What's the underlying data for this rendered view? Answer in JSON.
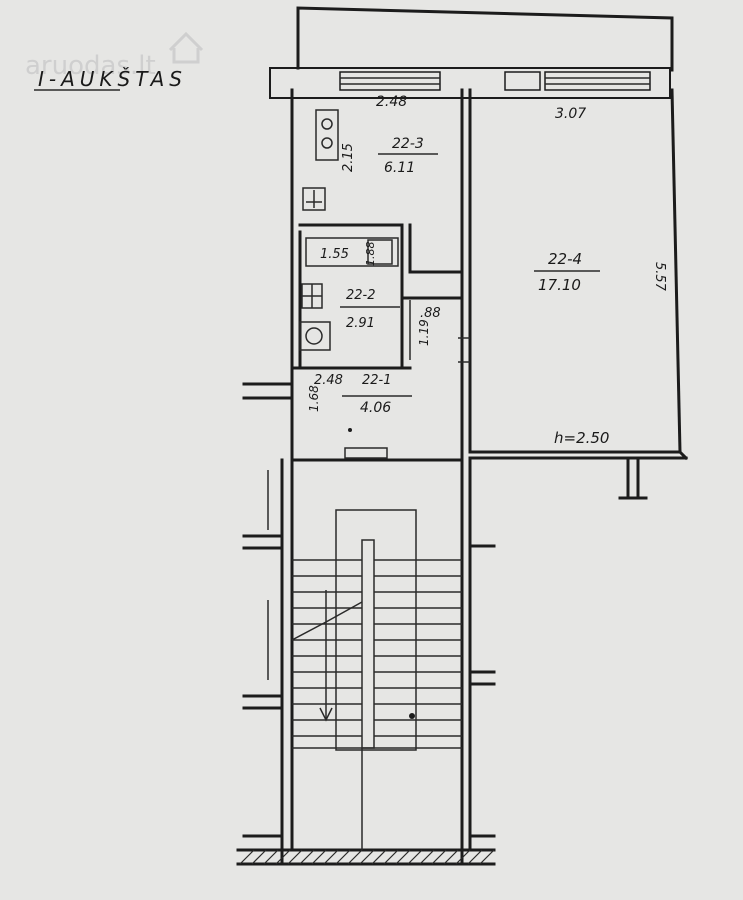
{
  "watermark": "aruodas.lt",
  "floor_title": "I-AUKŠTAS",
  "rooms": {
    "r3": {
      "id": "22-3",
      "area": "6.11",
      "width": "2.48",
      "depth": "2.15"
    },
    "r4": {
      "id": "22-4",
      "area": "17.10",
      "width": "3.07",
      "depth": "5.57",
      "height": "h=2.50"
    },
    "r2": {
      "id": "22-2",
      "area": "2.91",
      "bath_len": "1.55",
      "bath_w": "1.88",
      "depth": "1.19",
      "hall_w": ".88"
    },
    "r1": {
      "id": "22-1",
      "area": "4.06",
      "width": "2.48",
      "depth": "1.68"
    }
  }
}
